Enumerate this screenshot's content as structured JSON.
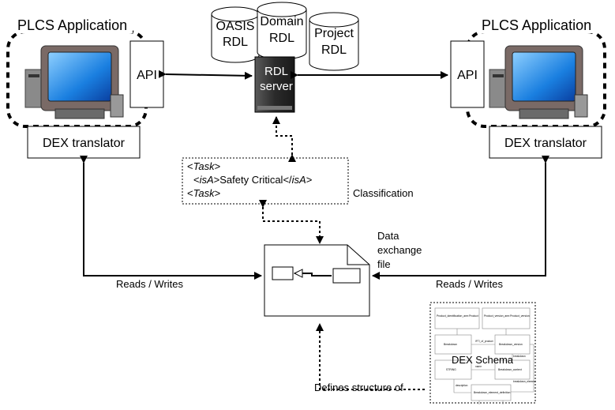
{
  "left_app": {
    "title": "PLCS Application",
    "api": "API",
    "translator": "DEX translator"
  },
  "right_app": {
    "title": "PLCS Application",
    "api": "API",
    "translator": "DEX translator"
  },
  "rdl": {
    "oasis": [
      "OASIS",
      "RDL"
    ],
    "domain": [
      "Domain",
      "RDL"
    ],
    "project": [
      "Project",
      "RDL"
    ],
    "server": [
      "RDL",
      "server"
    ]
  },
  "classification": {
    "line1_open": "<",
    "line1_tag": "Task",
    "line1_close": ">",
    "line2_a": "<",
    "line2_tag": "isA",
    "line2_b": ">Safety Critical</",
    "line2_tag2": "isA",
    "line2_c": ">",
    "line3_open": "<",
    "line3_tag": "Task",
    "line3_close": ">",
    "label": "Classification"
  },
  "exchange_file": {
    "label": [
      "Data",
      "exchange",
      "file"
    ]
  },
  "labels": {
    "reads_writes_left": "Reads / Writes",
    "reads_writes_right": "Reads / Writes",
    "defines": "Defines structure of"
  },
  "schema": {
    "title": "DEX Schema",
    "entities": [
      "Product_identification_arm:Product",
      "Product_version_arm:Product_version",
      "Breakdown",
      "Breakdown_version",
      "STRING",
      "Breakdown_context",
      "Breakdown_element_definition",
      "IFTI_of_product",
      "breakdown",
      "description",
      "breakdown_element",
      "name"
    ]
  }
}
